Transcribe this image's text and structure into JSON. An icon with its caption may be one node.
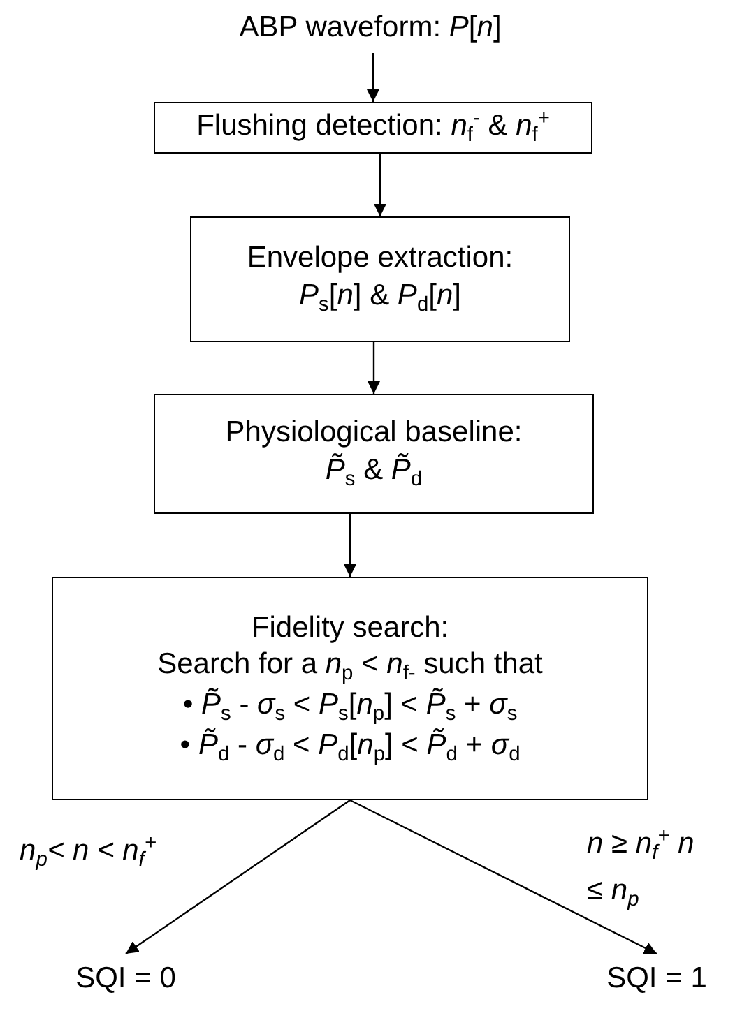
{
  "diagram": {
    "nodes": [
      {
        "text": [
          "ABP waveform: *P*[*n*]"
        ]
      },
      {
        "text": [
          "Flushing detection: *n*$_{f}$$^{-}$ & *n*$_{f}$$^{+}$"
        ]
      },
      {
        "text": [
          "Envelope extraction:",
          "*P*$_{s}$[*n*] & *P*$_{d}$[*n*]"
        ]
      },
      {
        "text": [
          "Physiological baseline:",
          "*P̃*$_{s}$ & *P̃*$_{d}$"
        ]
      },
      {
        "text": [
          "Fidelity search:",
          "Search for a *n*$_{p}$ < *n*$_{f-}$ such that",
          "• *P̃*$_{s}$ - *σ*$_{s}$ < *P*$_{s}$[*n*$_{p}$] < *P̃*$_{s}$ + *σ*$_{s}$",
          "• *P̃*$_{d}$ - *σ*$_{d}$ < *P*$_{d}$[*n*$_{p}$] < *P̃*$_{d}$ + *σ*$_{d}$"
        ]
      },
      {
        "text": [
          "SQI = 0"
        ]
      },
      {
        "text": [
          "SQI = 1"
        ]
      }
    ],
    "edges": [
      {
        "from": 0,
        "to": 1,
        "arrow": "to"
      },
      {
        "from": 1,
        "to": 2,
        "arrow": "to"
      },
      {
        "from": 2,
        "to": 3,
        "arrow": "to"
      },
      {
        "from": 3,
        "to": 4,
        "arrow": "to"
      },
      {
        "from": 4,
        "to": 5,
        "arrow": "to",
        "label": "*n*$_{p}$< *n* < *n*$_{f}$$^{+}$"
      },
      {
        "from": 4,
        "to": 6,
        "arrow": "to",
        "label": "*n* ≥ *n*$_{f}$$^{+}$ *n* ≤ *n*$_{p}$"
      }
    ]
  }
}
